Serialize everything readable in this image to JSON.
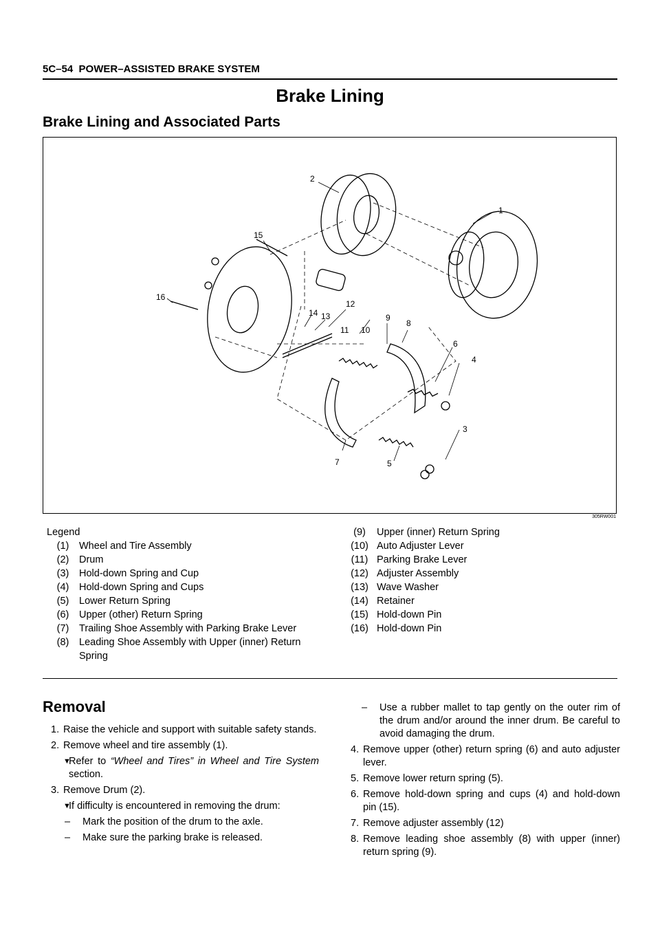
{
  "header": {
    "section_code": "5C–54",
    "section_title": "POWER–ASSISTED BRAKE SYSTEM"
  },
  "title": "Brake Lining",
  "heading": "Brake Lining and Associated Parts",
  "figure": {
    "code": "305RW001",
    "callouts": [
      "1",
      "2",
      "3",
      "4",
      "5",
      "6",
      "7",
      "8",
      "9",
      "10",
      "11",
      "12",
      "13",
      "14",
      "15",
      "16"
    ]
  },
  "legend": {
    "title": "Legend",
    "items": [
      {
        "num": "(1)",
        "text": "Wheel and Tire Assembly"
      },
      {
        "num": "(2)",
        "text": "Drum"
      },
      {
        "num": "(3)",
        "text": "Hold-down Spring and Cup"
      },
      {
        "num": "(4)",
        "text": "Hold-down Spring and Cups"
      },
      {
        "num": "(5)",
        "text": "Lower Return Spring"
      },
      {
        "num": "(6)",
        "text": "Upper (other) Return Spring"
      },
      {
        "num": "(7)",
        "text": "Trailing Shoe Assembly with Parking Brake Lever"
      },
      {
        "num": "(8)",
        "text": "Leading Shoe Assembly with Upper (inner) Return Spring"
      },
      {
        "num": "(9)",
        "text": "Upper (inner) Return Spring"
      },
      {
        "num": "(10)",
        "text": "Auto Adjuster Lever"
      },
      {
        "num": "(11)",
        "text": "Parking Brake Lever"
      },
      {
        "num": "(12)",
        "text": "Adjuster Assembly"
      },
      {
        "num": "(13)",
        "text": "Wave Washer"
      },
      {
        "num": "(14)",
        "text": "Retainer"
      },
      {
        "num": "(15)",
        "text": "Hold-down Pin"
      },
      {
        "num": "(16)",
        "text": "Hold-down Pin"
      }
    ]
  },
  "removal": {
    "heading": "Removal",
    "steps": [
      {
        "n": "1.",
        "text": "Raise the vehicle and support with suitable safety stands."
      },
      {
        "n": "2.",
        "text": "Remove wheel and tire assembly (1)."
      },
      {
        "note_pre": "Refer to ",
        "note_ref1": "“Wheel and Tires” in Wheel and Tire System",
        "note_post": " section."
      },
      {
        "n": "3.",
        "text": "Remove Drum (2)."
      },
      {
        "note": "If difficulty is encountered in removing the drum:"
      },
      {
        "dash": "Mark the position of the drum to the axle."
      },
      {
        "dash": "Make sure the parking brake is released."
      },
      {
        "dash": "Use a rubber mallet to tap gently on the outer rim of the drum and/or around the inner drum.  Be careful to avoid damaging the drum."
      },
      {
        "n": "4.",
        "text": "Remove upper (other) return spring (6) and auto adjuster lever."
      },
      {
        "n": "5.",
        "text": "Remove lower return spring (5)."
      },
      {
        "n": "6.",
        "text": "Remove hold-down spring and cups (4) and hold-down pin (15)."
      },
      {
        "n": "7.",
        "text": "Remove adjuster assembly (12)"
      },
      {
        "n": "8.",
        "text": "Remove leading shoe assembly (8) with upper (inner) return spring (9)."
      }
    ]
  }
}
